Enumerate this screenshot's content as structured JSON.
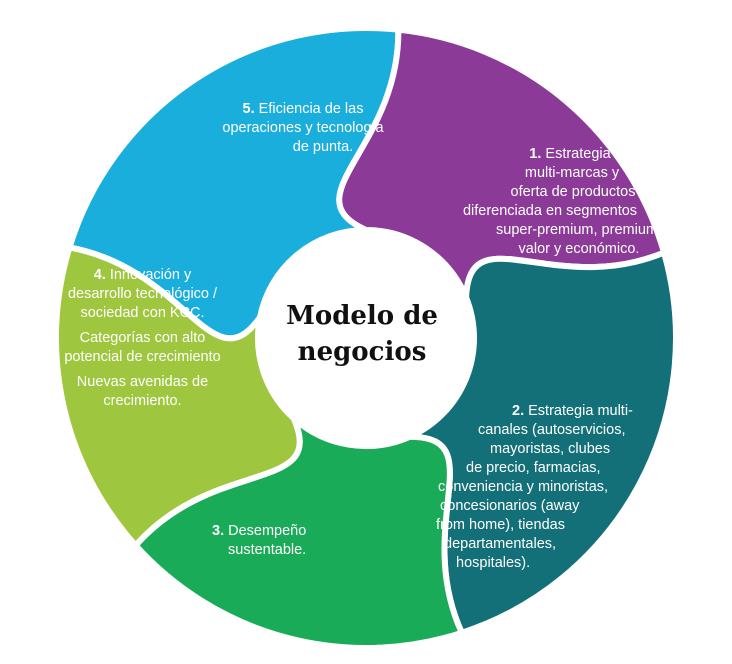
{
  "center": {
    "title_line1": "Modelo de",
    "title_line2": "negocios"
  },
  "segments": [
    {
      "number": "1.",
      "lines": [
        "Estrategia",
        "multi-marcas y",
        "oferta de productos",
        "diferenciada en segmentos",
        "super-premium, premium,",
        "valor y económico."
      ],
      "color": "#8b3a97"
    },
    {
      "number": "2.",
      "lines": [
        "Estrategia multi-",
        "canales (autoservicios,",
        "mayoristas, clubes",
        "de precio, farmacias,",
        "conveniencia y minoristas,",
        "concesionarios (away",
        "from home), tiendas",
        "departamentales,",
        "hospitales)."
      ],
      "color": "#137078"
    },
    {
      "number": "3.",
      "lines": [
        "Desempeño",
        "sustentable."
      ],
      "color": "#1aab58"
    },
    {
      "number": "4.",
      "lines": [
        "Innovación y",
        "desarrollo tecnológico /",
        "sociedad con KCC."
      ],
      "extra": [
        [
          "Categorías con alto",
          "potencial de crecimiento"
        ],
        [
          "Nuevas avenidas de",
          "crecimiento."
        ]
      ],
      "color": "#9fc63f"
    },
    {
      "number": "5.",
      "lines": [
        "Eficiencia de las",
        "operaciones y tecnología",
        "de punta."
      ],
      "color": "#1aaedc"
    }
  ]
}
